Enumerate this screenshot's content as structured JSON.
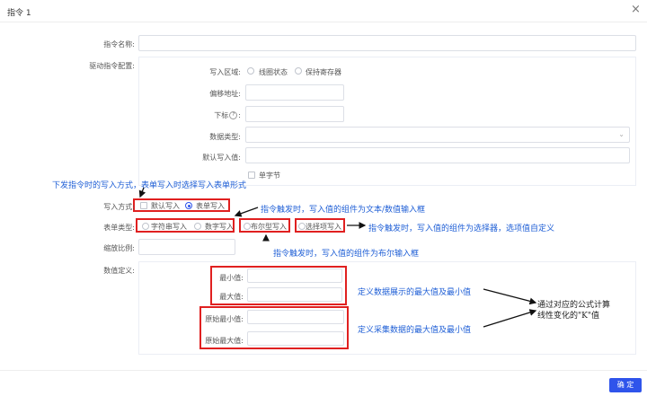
{
  "dialog": {
    "title": "指令 1",
    "close_icon": "close-icon"
  },
  "form": {
    "command_name_label": "指令名称:",
    "driver_config_label": "驱动指令配置:",
    "write_area_label": "写入区域:",
    "write_area_options": [
      "线圈状态",
      "保持寄存器"
    ],
    "offset_label": "偏移地址:",
    "index_label": "下标",
    "data_type_label": "数据类型:",
    "default_write_label": "默认写入值:",
    "single_byte_label": "单字节",
    "write_mode_label": "写入方式:",
    "write_mode_options": [
      "默认写入",
      "表单写入"
    ],
    "form_type_label": "表单类型:",
    "form_type_options": [
      "字符串写入",
      "数字写入",
      "布尔型写入",
      "选择项写入"
    ],
    "scale_label": "缩放比例:",
    "value_def_label": "数值定义:",
    "min_label": "最小值:",
    "max_label": "最大值:",
    "raw_min_label": "原始最小值:",
    "raw_max_label": "原始最大值:"
  },
  "annotations": {
    "write_mode_note": "下发指令时的写入方式，表单写入时选择写入表单形式",
    "text_number_note": "指令触发时，写入值的组件为文本/数值输入框",
    "select_note": "指令触发时，写入值的组件为选择器，选项值自定义",
    "bool_note": "指令触发时，写入值的组件为布尔输入框",
    "display_range_note": "定义数据展示的最大值及最小值",
    "raw_range_note": "定义采集数据的最大值及最小值",
    "formula_note_line1": "通过对应的公式计算",
    "formula_note_line2": "线性变化的\"K\"值"
  },
  "footer": {
    "confirm_label": "确 定"
  },
  "colors": {
    "accent": "#2f54eb",
    "annotation_red": "#e02020",
    "annotation_blue": "#1f5fd6"
  }
}
